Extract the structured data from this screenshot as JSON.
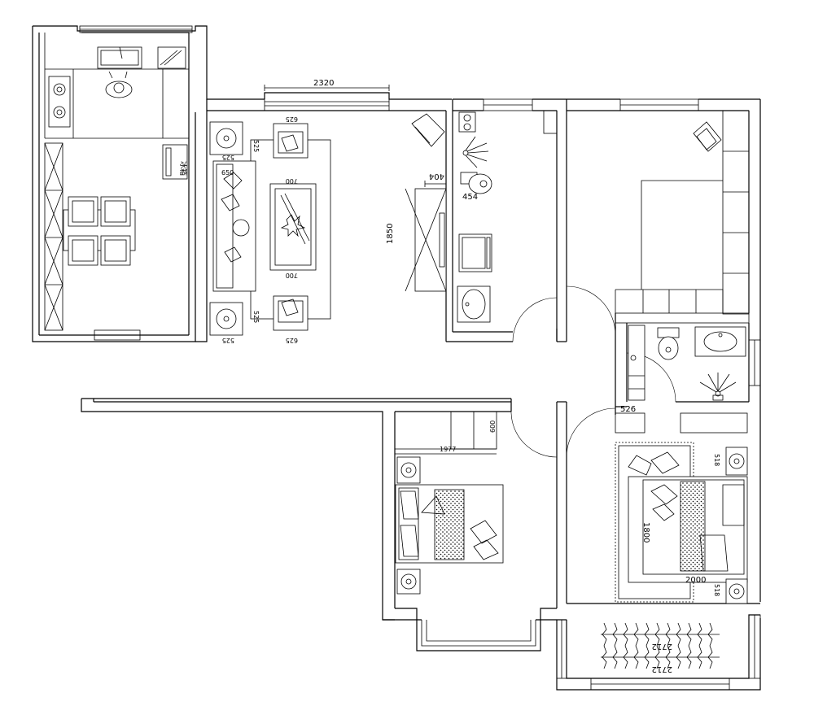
{
  "plan": {
    "dimensions": {
      "living_width": "2320",
      "tv_cabinet_depth": "404",
      "tv_cabinet_length": "1850",
      "toilet_label": "454",
      "laundry_label": "526",
      "bedroom2_desk_width": "1977",
      "bedroom2_desk_depth": "600",
      "master_bed_height": "1800",
      "master_bed_width": "2000",
      "master_nightstand_top": "518",
      "master_nightstand_bottom": "518",
      "balcony_upper": "2712",
      "balcony_lower": "2712",
      "armchair_top_1": "625",
      "armchair_top_2": "525",
      "side_table_top": "525",
      "sofa_label": "650",
      "coffee_table_top": "700",
      "coffee_table_bottom": "700",
      "armchair_bottom_1": "525",
      "armchair_bottom_2": "625",
      "side_table_bottom": "525"
    },
    "fridge_label": "冰箱"
  }
}
